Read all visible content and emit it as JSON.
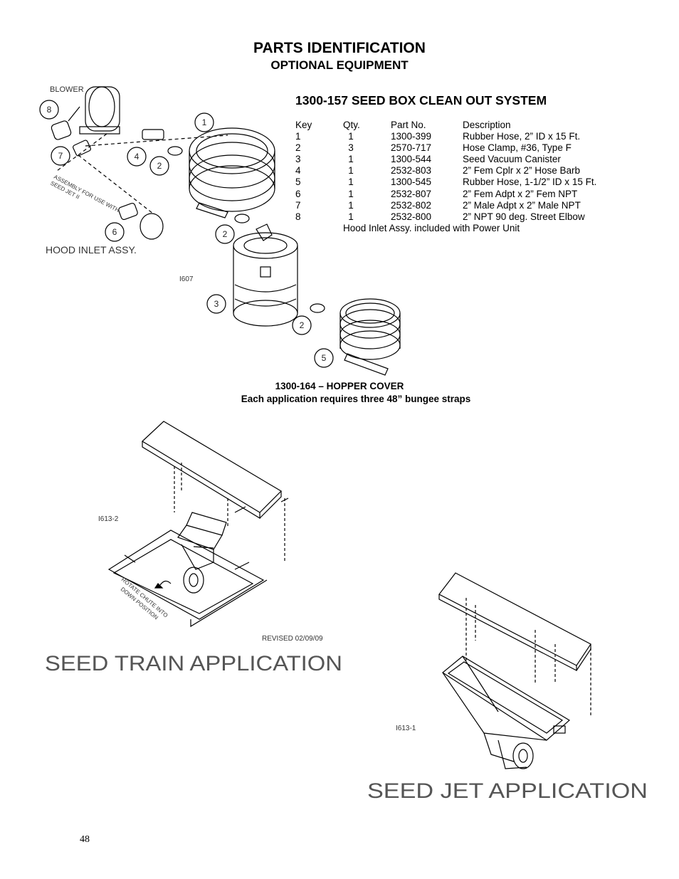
{
  "header": {
    "title": "PARTS IDENTIFICATION",
    "subtitle": "OPTIONAL EQUIPMENT"
  },
  "section": {
    "title": "1300-157  SEED BOX CLEAN OUT SYSTEM",
    "columns": [
      "Key",
      "Qty.",
      "Part No.",
      "Description"
    ],
    "rows": [
      {
        "key": "1",
        "qty": "1",
        "part": "1300-399",
        "desc": "Rubber Hose, 2” ID x 15 Ft."
      },
      {
        "key": "2",
        "qty": "3",
        "part": "2570-717",
        "desc": "Hose Clamp, #36, Type F"
      },
      {
        "key": "3",
        "qty": "1",
        "part": "1300-544",
        "desc": "Seed Vacuum Canister"
      },
      {
        "key": "4",
        "qty": "1",
        "part": "2532-803",
        "desc": "2” Fem Cplr x 2” Hose Barb"
      },
      {
        "key": "5",
        "qty": "1",
        "part": "1300-545",
        "desc": "Rubber Hose, 1-1/2” ID x 15 Ft."
      },
      {
        "key": "6",
        "qty": "1",
        "part": "2532-807",
        "desc": "2” Fem Adpt x 2” Fem NPT"
      },
      {
        "key": "7",
        "qty": "1",
        "part": "2532-802",
        "desc": "2” Male Adpt x 2” Male NPT"
      },
      {
        "key": "8",
        "qty": "1",
        "part": "2532-800",
        "desc": "2” NPT 90 deg. Street Elbow"
      }
    ],
    "note": "Hood Inlet Assy. included with Power Unit"
  },
  "diagram1": {
    "blower_label": "BLOWER",
    "assembly_note_line1": "ASSEMBLY FOR USE WITH",
    "assembly_note_line2": "SEED JET II",
    "hood_label": "HOOD INLET ASSY.",
    "drawing_no": "I607",
    "callouts": [
      "1",
      "2",
      "3",
      "4",
      "5",
      "6",
      "7",
      "8"
    ]
  },
  "hopper": {
    "caption_line1": "1300-164 – HOPPER COVER",
    "caption_line2": "Each application requires three 48” bungee straps"
  },
  "diagram2": {
    "drawing_no": "I613-2",
    "rotate_line1": "ROTATE CHUTE INTO",
    "rotate_line2": "DOWN POSITION",
    "revised": "REVISED 02/09/09",
    "title": "SEED TRAIN APPLICATION"
  },
  "diagram3": {
    "drawing_no": "I613-1",
    "title": "SEED JET APPLICATION"
  },
  "page_number": "48"
}
